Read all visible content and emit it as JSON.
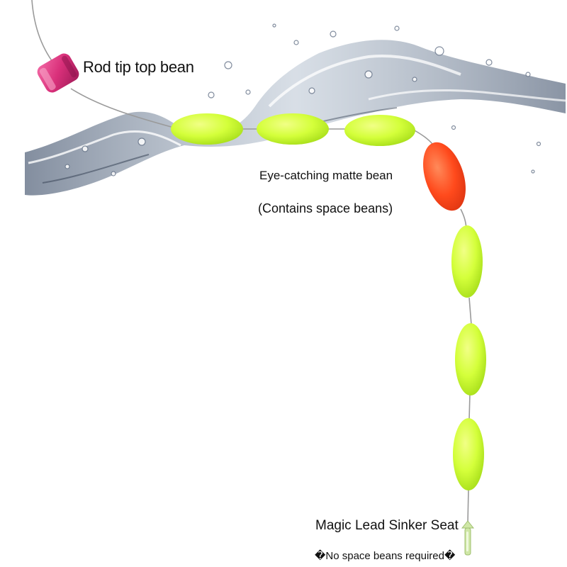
{
  "labels": {
    "rod_tip": "Rod tip top bean",
    "matte_bean": "Eye-catching matte bean",
    "contains_space": "(Contains space beans)",
    "sinker_seat": "Magic Lead Sinker Seat",
    "no_space": "�No space beans required�"
  },
  "colors": {
    "rod_tip_bean": "#d9307a",
    "matte_bean": "#d4ff3a",
    "red_bean": "#ff4a1c",
    "sinker_seat": "#cfe7a6",
    "line": "#9a9a9a",
    "water": "#5f6f86"
  }
}
